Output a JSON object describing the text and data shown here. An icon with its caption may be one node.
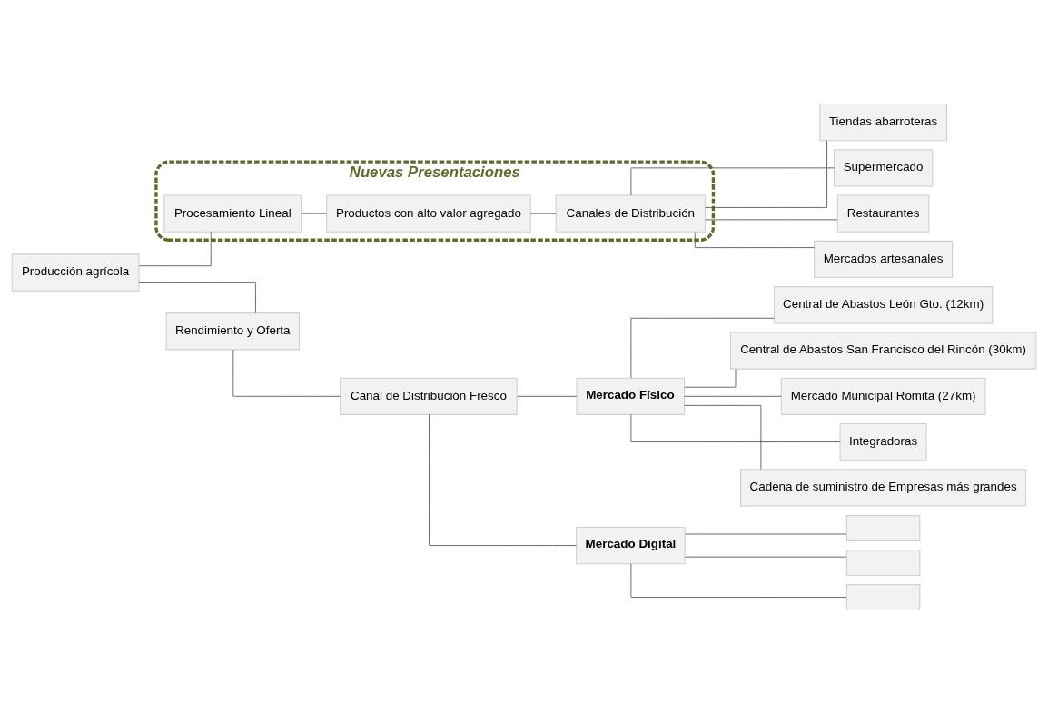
{
  "diagram": {
    "nodes": [
      {
        "text": [
          "Producción agrícola"
        ]
      },
      {
        "text": [
          "Rendimiento y Oferta"
        ]
      },
      {
        "text": [
          "Canal de Distribución Fresco"
        ]
      },
      {
        "text": [
          "Mercado Físico"
        ]
      },
      {
        "text": [
          "Central de Abastos León Gto. (12km)"
        ]
      },
      {
        "text": [
          "Central de Abastos San Francisco del Rincón (30km)"
        ]
      },
      {
        "text": [
          "Mercado Municipal Romita (27km)"
        ]
      },
      {
        "text": [
          "Integradoras"
        ]
      },
      {
        "text": [
          "Cadena de suministro de Empresas más grandes"
        ]
      },
      {
        "text": [
          "Mercado Digital"
        ]
      },
      {
        "text": [],
        "shape": "box"
      },
      {
        "text": [],
        "shape": "box"
      },
      {
        "text": [],
        "shape": "box"
      },
      {
        "text": [
          "Nuevas Presentaciones"
        ]
      },
      {
        "text": [
          "Procesamiento Lineal"
        ],
        "in": 13
      },
      {
        "text": [
          "Productos con alto valor agregado"
        ],
        "in": 13
      },
      {
        "text": [
          "Canales de Distribución"
        ],
        "in": 13
      },
      {
        "text": [
          "Tiendas abarroteras"
        ]
      },
      {
        "text": [
          "Supermercado"
        ]
      },
      {
        "text": [
          "Restaurantes"
        ]
      },
      {
        "text": [
          "Mercados artesanales"
        ]
      }
    ],
    "edges": [
      {
        "from": 0,
        "to": 1,
        "arrow": "none"
      },
      {
        "from": 1,
        "to": 2,
        "arrow": "none"
      },
      {
        "from": 2,
        "to": 3,
        "arrow": "none"
      },
      {
        "from": 2,
        "to": 9,
        "arrow": "none"
      },
      {
        "from": 3,
        "to": 4,
        "arrow": "none"
      },
      {
        "from": 3,
        "to": 5,
        "arrow": "none"
      },
      {
        "from": 3,
        "to": 6,
        "arrow": "none"
      },
      {
        "from": 3,
        "to": 7,
        "arrow": "none"
      },
      {
        "from": 3,
        "to": 8,
        "arrow": "none"
      },
      {
        "from": 9,
        "to": 10,
        "arrow": "none"
      },
      {
        "from": 9,
        "to": 11,
        "arrow": "none"
      },
      {
        "from": 9,
        "to": 12,
        "arrow": "none"
      },
      {
        "from": 0,
        "to": 14,
        "arrow": "none"
      },
      {
        "from": 14,
        "to": 15,
        "arrow": "none"
      },
      {
        "from": 15,
        "to": 16,
        "arrow": "none"
      },
      {
        "from": 16,
        "to": 17,
        "arrow": "none"
      },
      {
        "from": 16,
        "to": 18,
        "arrow": "none"
      },
      {
        "from": 16,
        "to": 19,
        "arrow": "none"
      },
      {
        "from": 16,
        "to": 20,
        "arrow": "none"
      }
    ]
  }
}
